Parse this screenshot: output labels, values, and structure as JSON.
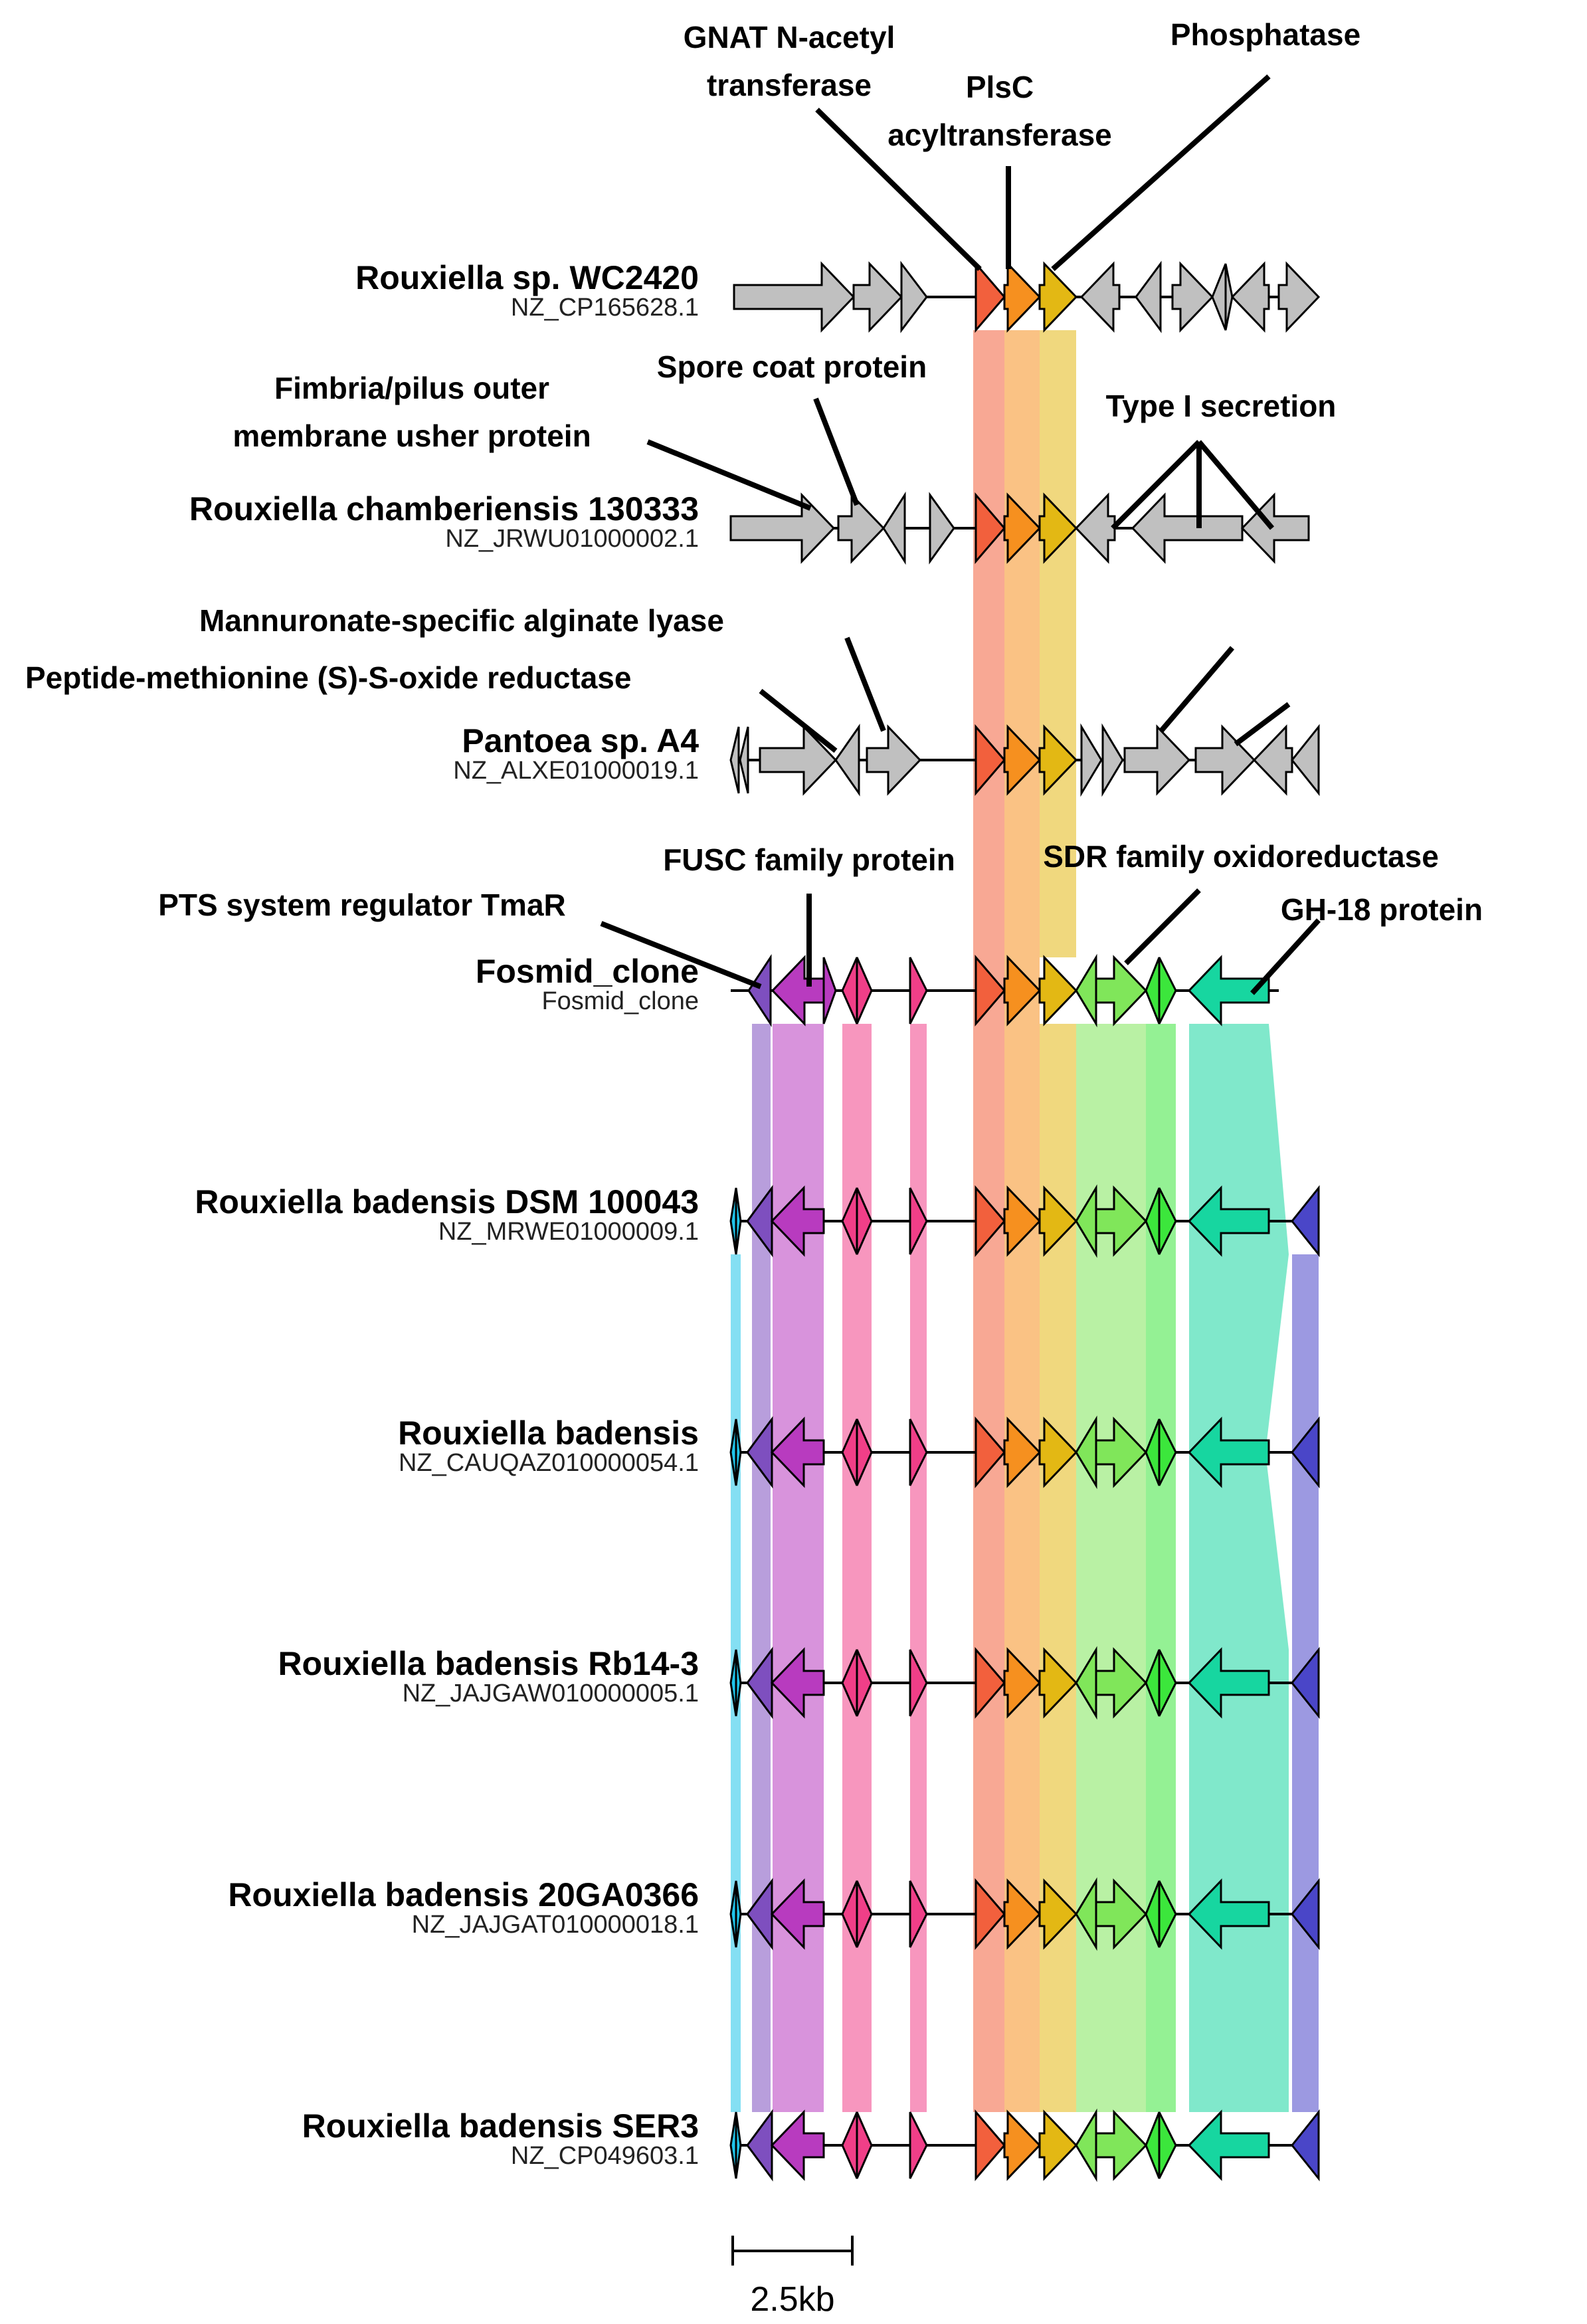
{
  "species": [
    {
      "name": "Rouxiella sp. WC2420",
      "accession": "NZ_CP165628.1"
    },
    {
      "name": "Rouxiella chamberiensis 130333",
      "accession": "NZ_JRWU01000002.1"
    },
    {
      "name": "Pantoea sp. A4",
      "accession": "NZ_ALXE01000019.1"
    },
    {
      "name": "Fosmid_clone",
      "accession": "Fosmid_clone"
    },
    {
      "name": "Rouxiella badensis DSM 100043",
      "accession": "NZ_MRWE01000009.1"
    },
    {
      "name": "Rouxiella badensis",
      "accession": "NZ_CAUQAZ010000054.1"
    },
    {
      "name": "Rouxiella badensis Rb14-3",
      "accession": "NZ_JAJGAW010000005.1"
    },
    {
      "name": "Rouxiella badensis 20GA0366",
      "accession": "NZ_JAJGAT010000018.1"
    },
    {
      "name": "Rouxiella badensis SER3",
      "accession": "NZ_CP049603.1"
    }
  ],
  "annotations": [
    {
      "id": "gnat",
      "lines": [
        "GNAT N-acetyl",
        "transferase"
      ]
    },
    {
      "id": "plsc",
      "lines": [
        "PlsC",
        "acyltransferase"
      ]
    },
    {
      "id": "phosphatase",
      "lines": [
        "Phosphatase"
      ]
    },
    {
      "id": "spore",
      "lines": [
        "Spore coat protein"
      ]
    },
    {
      "id": "fimbria",
      "lines": [
        "Fimbria/pilus outer",
        "membrane usher protein"
      ]
    },
    {
      "id": "type1",
      "lines": [
        "Type I secretion"
      ]
    },
    {
      "id": "mannuronate",
      "lines": [
        "Mannuronate-specific alginate lyase"
      ]
    },
    {
      "id": "peptide",
      "lines": [
        "Peptide-methionine (S)-S-oxide reductase"
      ]
    },
    {
      "id": "fusc",
      "lines": [
        "FUSC family protein"
      ]
    },
    {
      "id": "sdr",
      "lines": [
        "SDR family oxidoreductase"
      ]
    },
    {
      "id": "pts",
      "lines": [
        "PTS system regulator TmaR"
      ]
    },
    {
      "id": "gh18",
      "lines": [
        "GH-18 protein"
      ]
    }
  ],
  "scale_bar": {
    "label": "2.5kb"
  },
  "colors": {
    "grey_gene": "#c0c0c0",
    "gnat": "#f2603d",
    "plsc": "#f6901f",
    "phosphatase": "#e3b814",
    "tmar": "#7e4fbf",
    "fusc": "#b83bbf",
    "pink": "#f03f88",
    "lime": "#80e65a",
    "green": "#3ce63c",
    "teal": "#17d6a0",
    "blue": "#4a46c8",
    "cyan": "#1fc4ea"
  }
}
